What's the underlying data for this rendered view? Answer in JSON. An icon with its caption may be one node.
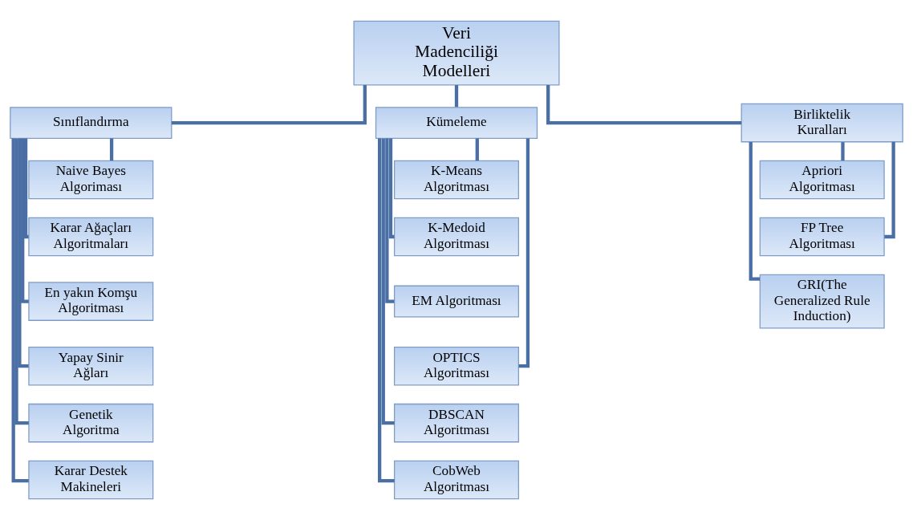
{
  "diagram": {
    "nodes": [
      {
        "text": [
          "Veri  Madenciliği Modelleri"
        ]
      },
      {
        "text": [
          "Sınıflandırma"
        ]
      },
      {
        "text": [
          "Kümeleme"
        ]
      },
      {
        "text": [
          "Birliktelik Kuralları"
        ]
      },
      {
        "text": [
          "Naive Bayes Algoriması"
        ]
      },
      {
        "text": [
          "Karar Ağaçları Algoritmaları"
        ]
      },
      {
        "text": [
          "En yakın Komşu Algoritması"
        ]
      },
      {
        "text": [
          "Yapay Sinir Ağları"
        ]
      },
      {
        "text": [
          "Genetik Algoritma"
        ]
      },
      {
        "text": [
          "Karar Destek Makineleri"
        ]
      },
      {
        "text": [
          "K-Means Algoritması"
        ]
      },
      {
        "text": [
          "K-Medoid Algoritması"
        ]
      },
      {
        "text": [
          "EM Algoritması"
        ]
      },
      {
        "text": [
          "OPTICS Algoritması"
        ]
      },
      {
        "text": [
          "DBSCAN Algoritması"
        ]
      },
      {
        "text": [
          "CobWeb Algoritması"
        ]
      },
      {
        "text": [
          "Apriori Algoritması"
        ]
      },
      {
        "text": [
          "FP Tree Algoritması"
        ]
      },
      {
        "text": [
          "GRI(The Generalized Rule Induction)"
        ]
      }
    ],
    "edges": [
      {
        "from": 0,
        "to": 1,
        "arrow": "none"
      },
      {
        "from": 0,
        "to": 2,
        "arrow": "none"
      },
      {
        "from": 0,
        "to": 3,
        "arrow": "none"
      },
      {
        "from": 1,
        "to": 4,
        "arrow": "none"
      },
      {
        "from": 1,
        "to": 5,
        "arrow": "none"
      },
      {
        "from": 1,
        "to": 6,
        "arrow": "none"
      },
      {
        "from": 1,
        "to": 7,
        "arrow": "none"
      },
      {
        "from": 1,
        "to": 8,
        "arrow": "none"
      },
      {
        "from": 1,
        "to": 9,
        "arrow": "none"
      },
      {
        "from": 2,
        "to": 10,
        "arrow": "none"
      },
      {
        "from": 2,
        "to": 11,
        "arrow": "none"
      },
      {
        "from": 2,
        "to": 12,
        "arrow": "none"
      },
      {
        "from": 2,
        "to": 13,
        "arrow": "none"
      },
      {
        "from": 2,
        "to": 14,
        "arrow": "none"
      },
      {
        "from": 2,
        "to": 15,
        "arrow": "none"
      },
      {
        "from": 3,
        "to": 16,
        "arrow": "none"
      },
      {
        "from": 3,
        "to": 17,
        "arrow": "none"
      },
      {
        "from": 3,
        "to": 18,
        "arrow": "none"
      }
    ]
  }
}
